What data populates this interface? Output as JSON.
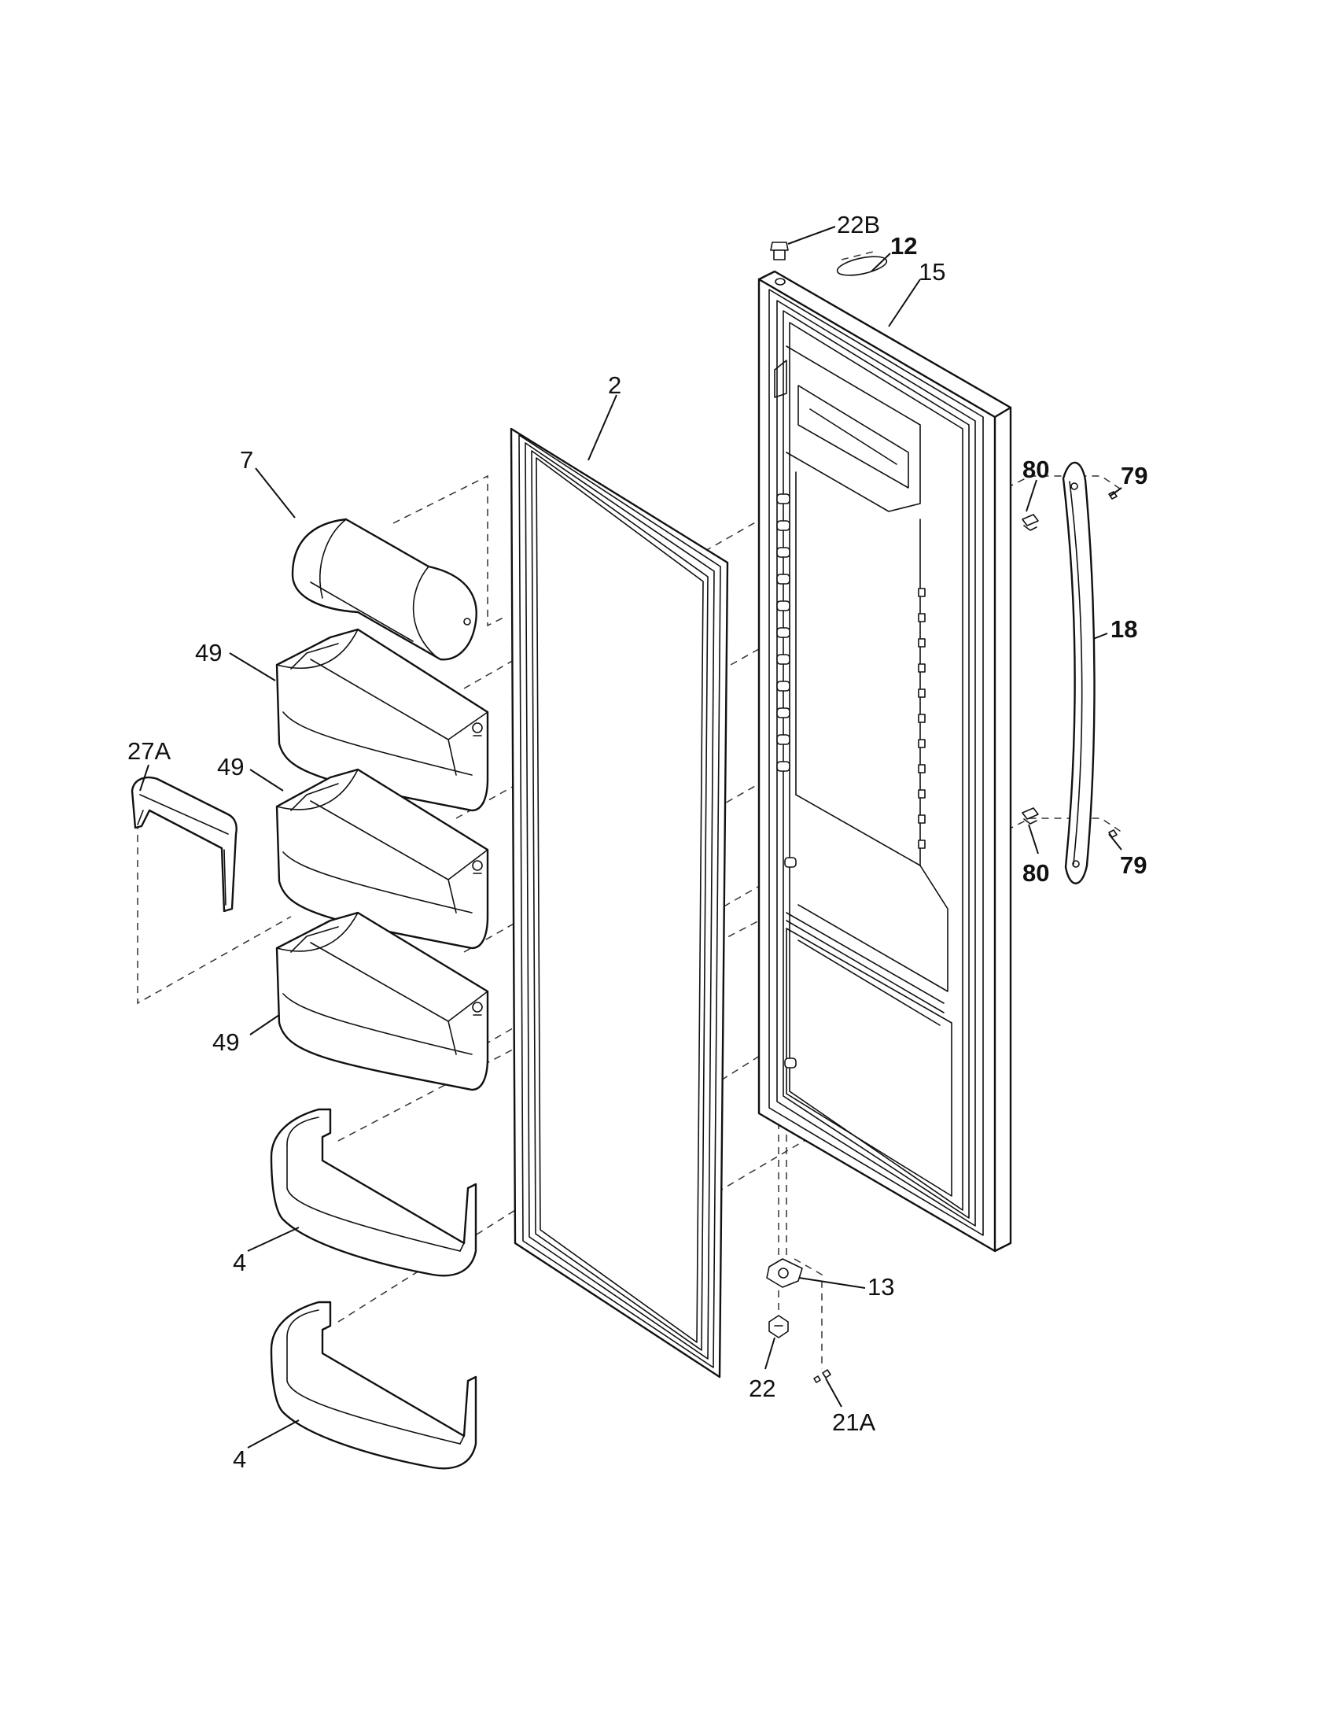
{
  "callouts": {
    "c22B": "22B",
    "c12": "12",
    "c15": "15",
    "c2": "2",
    "c7": "7",
    "c80_top": "80",
    "c79_top": "79",
    "c18": "18",
    "c49_a": "49",
    "c27A": "27A",
    "c49_b": "49",
    "c80_bottom": "80",
    "c79_bottom": "79",
    "c49_c": "49",
    "c4_a": "4",
    "c13": "13",
    "c22": "22",
    "c21A": "21A",
    "c4_b": "4"
  }
}
